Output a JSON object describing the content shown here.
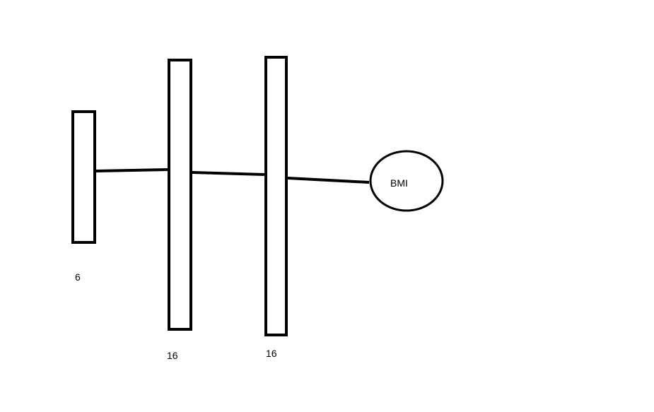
{
  "layers": [
    {
      "size_label": "6"
    },
    {
      "size_label": "16"
    },
    {
      "size_label": "16"
    }
  ],
  "output": {
    "label": "BMI"
  },
  "colors": {
    "stroke": "#000000",
    "background": "#ffffff"
  }
}
